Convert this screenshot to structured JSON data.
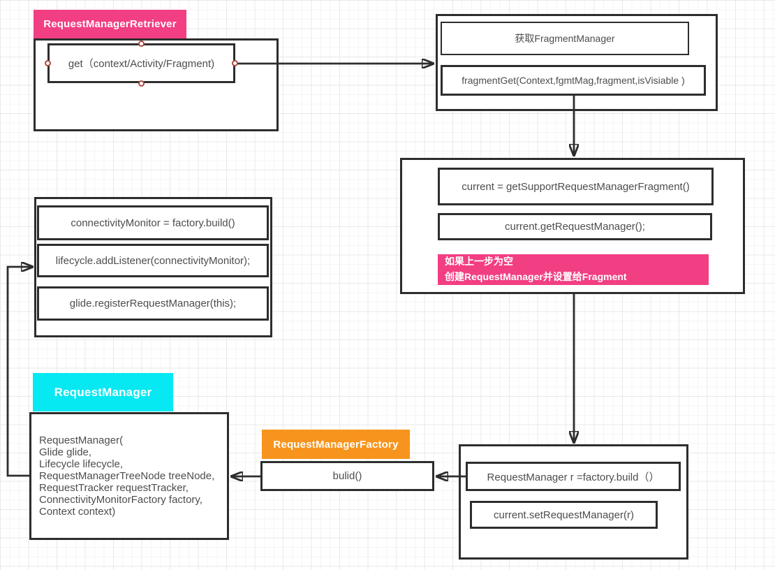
{
  "colors": {
    "pink": "#f23e82",
    "cyan": "#06e8f2",
    "orange": "#f7941d",
    "border": "#2d2d2d",
    "text": "#4d4d4d"
  },
  "nodes": {
    "retriever": {
      "title": "RequestManagerRetriever",
      "get_method": "get（context/Activity/Fragment)"
    },
    "fragment_manager": {
      "step1": "获取FragmentManager",
      "step2": "fragmentGet(Context,fgmtMag,fragment,isVisiable )"
    },
    "current_fragment": {
      "step1": "current = getSupportRequestManagerFragment()",
      "step2": "current.getRequestManager();",
      "note": "如果上一步为空\n创建RequestManager并设置给Fragment"
    },
    "register": {
      "step1": "connectivityMonitor = factory.build()",
      "step2": "lifecycle.addListener(connectivityMonitor);",
      "step3": "glide.registerRequestManager(this);"
    },
    "request_manager": {
      "title": "RequestManager",
      "constructor": "  RequestManager(\nGlide glide,\n Lifecycle lifecycle,\n RequestManagerTreeNode treeNode,\nRequestTracker requestTracker,\nConnectivityMonitorFactory factory,\nContext context)"
    },
    "factory": {
      "title": "RequestManagerFactory",
      "method": "bulid()"
    },
    "build_result": {
      "step1": "RequestManager r =factory.build（）",
      "step2": "current.setRequestManager(r)"
    }
  },
  "edges": [
    {
      "from": "get-method",
      "to": "fragment-manager-group"
    },
    {
      "from": "fragment-get",
      "to": "current-fragment-group"
    },
    {
      "from": "current-fragment-group",
      "to": "build-result-group"
    },
    {
      "from": "factory-build-call",
      "to": "bulid-method"
    },
    {
      "from": "bulid-method",
      "to": "request-manager-constructor"
    },
    {
      "from": "request-manager-constructor",
      "to": "register-group"
    }
  ]
}
